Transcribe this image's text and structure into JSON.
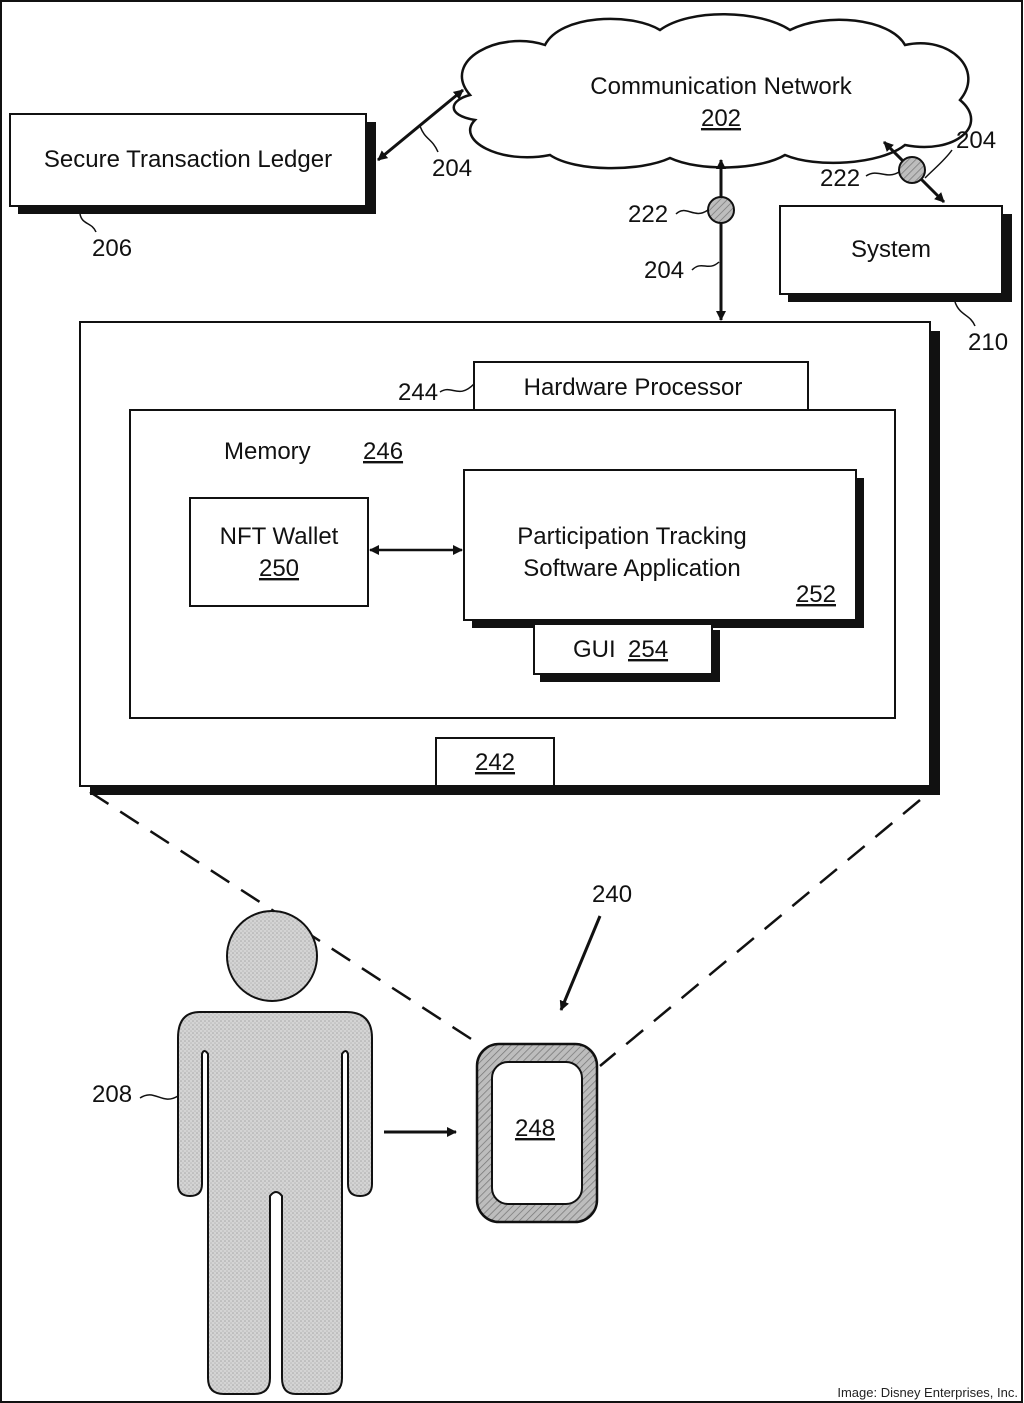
{
  "network": {
    "label": "Communication Network",
    "ref": "202"
  },
  "ledger": {
    "label": "Secure Transaction Ledger",
    "ref": "206"
  },
  "system": {
    "label": "System",
    "ref": "210"
  },
  "links": {
    "ref_ledger": "204",
    "ref_down": "204",
    "ref_system": "204",
    "enc_down": "222",
    "enc_system": "222"
  },
  "device": {
    "processor_label": "Hardware Processor",
    "processor_ref": "244",
    "memory_label": "Memory",
    "memory_ref": "246",
    "wallet_label": "NFT Wallet",
    "wallet_ref": "250",
    "app_label_line1": "Participation Tracking",
    "app_label_line2": "Software Application",
    "app_ref": "252",
    "gui_label": "GUI",
    "gui_ref": "254",
    "transceiver_ref": "242"
  },
  "user_ref": "208",
  "user_device": {
    "ref": "240",
    "screen_ref": "248"
  },
  "credit": "Image: Disney Enterprises, Inc.",
  "colors": {
    "ink": "#111111",
    "fill": "#cccccc",
    "hatch": "#999999"
  }
}
